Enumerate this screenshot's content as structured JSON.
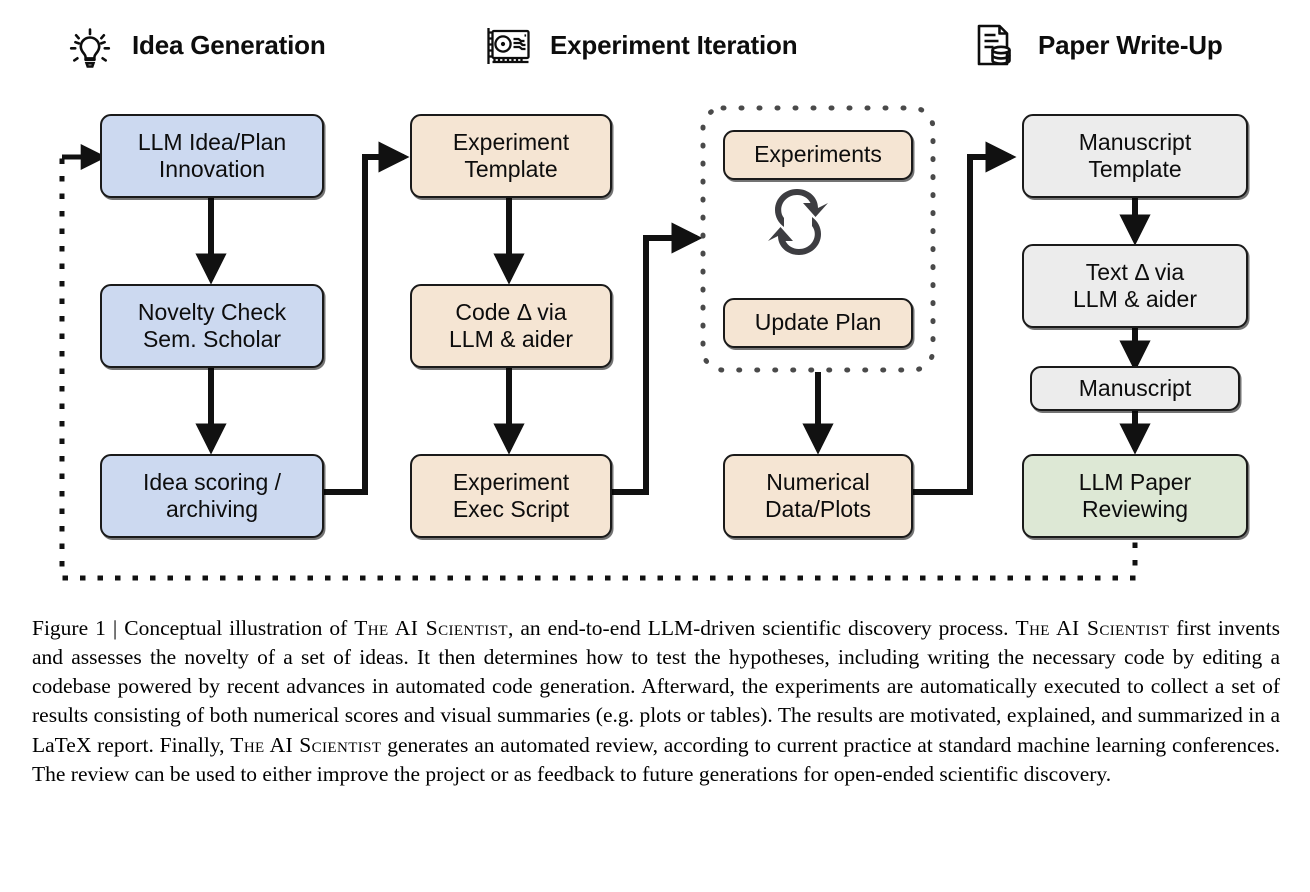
{
  "columns": [
    {
      "id": "idea-generation",
      "label": "Idea Generation",
      "icon": "lightbulb-icon"
    },
    {
      "id": "experiment-iteration",
      "label": "Experiment Iteration",
      "icon": "gpu-card-icon"
    },
    {
      "id": "paper-write-up",
      "label": "Paper Write-Up",
      "icon": "document-database-icon"
    }
  ],
  "nodes": {
    "llm_idea_plan_innovation": {
      "line1": "LLM Idea/Plan",
      "line2": "Innovation",
      "color": "#ccd9f0"
    },
    "novelty_check": {
      "line1": "Novelty Check",
      "line2": "Sem. Scholar",
      "color": "#ccd9f0"
    },
    "idea_scoring": {
      "line1": "Idea scoring /",
      "line2": "archiving",
      "color": "#ccd9f0"
    },
    "experiment_template": {
      "line1": "Experiment",
      "line2": "Template",
      "color": "#f5e5d3"
    },
    "code_delta": {
      "line1": "Code Δ via",
      "line2": "LLM & aider",
      "color": "#f5e5d3"
    },
    "experiment_exec_script": {
      "line1": "Experiment",
      "line2": "Exec Script",
      "color": "#f5e5d3"
    },
    "experiments": {
      "line1": "Experiments",
      "line2": "",
      "color": "#f5e5d3"
    },
    "update_plan": {
      "line1": "Update Plan",
      "line2": "",
      "color": "#f5e5d3"
    },
    "numerical_data_plots": {
      "line1": "Numerical",
      "line2": "Data/Plots",
      "color": "#f5e5d3"
    },
    "manuscript_template": {
      "line1": "Manuscript",
      "line2": "Template",
      "color": "#ececec"
    },
    "text_delta": {
      "line1": "Text Δ via",
      "line2": "LLM & aider",
      "color": "#ececec"
    },
    "manuscript": {
      "line1": "Manuscript",
      "line2": "",
      "color": "#ececec"
    },
    "llm_paper_reviewing": {
      "line1": "LLM Paper",
      "line2": "Reviewing",
      "color": "#dde8d5"
    }
  },
  "loop_icon": "cycle-refresh-icon",
  "caption": {
    "figure_label": "Figure 1",
    "separator": "|",
    "name": "The AI Scientist",
    "t1": " Conceptual illustration of ",
    "t2": ", an end-to-end LLM-driven scientific discovery process. ",
    "t3": " first invents and assesses the novelty of a set of ideas. It then determines how to test the hypotheses, including writing the necessary code by editing a codebase powered by recent advances in automated code generation. Afterward, the experiments are automatically executed to collect a set of results consisting of both numerical scores and visual summaries (e.g. plots or tables). The results are motivated, explained, and summarized in a LaTeX report. Finally, ",
    "t4": " generates an automated review, according to current practice at standard machine learning conferences. The review can be used to either improve the project or as feedback to future generations for open-ended scientific discovery."
  },
  "colors": {
    "idea_blue": "#ccd9f0",
    "experiment_tan": "#f5e5d3",
    "paper_gray": "#ececec",
    "review_green": "#dde8d5",
    "stroke": "#1a1a1a",
    "loop_icon": "#3d3d41"
  }
}
